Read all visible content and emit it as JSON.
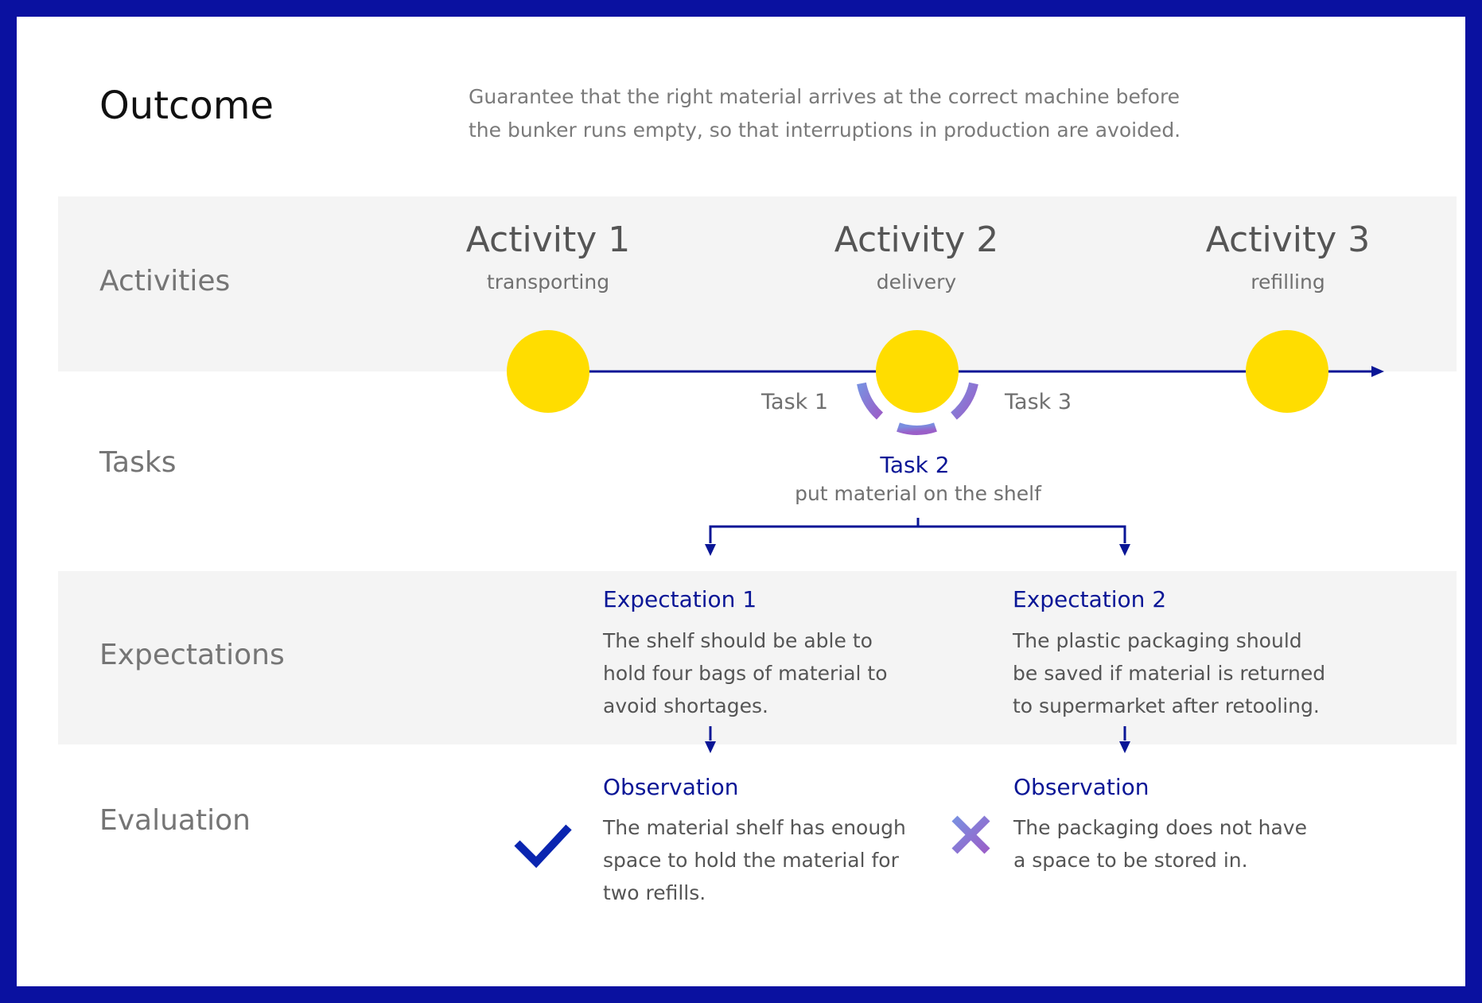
{
  "outcome": {
    "heading": "Outcome",
    "description": "Guarantee that the right material arrives at the correct machine before the bunker runs empty, so that interruptions in production are avoided."
  },
  "row_labels": {
    "activities": "Activities",
    "tasks": "Tasks",
    "expectations": "Expectations",
    "evaluation": "Evaluation"
  },
  "activities": [
    {
      "title": "Activity 1",
      "subtitle": "transporting"
    },
    {
      "title": "Activity 2",
      "subtitle": "delivery"
    },
    {
      "title": "Activity 3",
      "subtitle": "refilling"
    }
  ],
  "tasks": {
    "task1": "Task 1",
    "task3": "Task 3",
    "task2": {
      "title": "Task 2",
      "subtitle": "put material on the shelf"
    }
  },
  "expectations": [
    {
      "title": "Expectation 1",
      "text": "The shelf should be able to hold four bags of material to avoid shortages."
    },
    {
      "title": "Expectation 2",
      "text": "The plastic packaging should be saved if material is returned to supermarket after retooling."
    }
  ],
  "observations": [
    {
      "title": "Observation",
      "text": "The material shelf has enough space to hold the material for two refills.",
      "result_icon": "checkmark-icon"
    },
    {
      "title": "Observation",
      "text": "The packaging does not have a space to be stored in.",
      "result_icon": "cross-icon"
    }
  ],
  "colors": {
    "frame": "#0a11a0",
    "band": "#f4f4f4",
    "node": "#ffdd00",
    "line": "#0a1696",
    "accent_text": "#0a1696",
    "gradient_start": "#7a8fe0",
    "gradient_end": "#9a5fc8"
  }
}
